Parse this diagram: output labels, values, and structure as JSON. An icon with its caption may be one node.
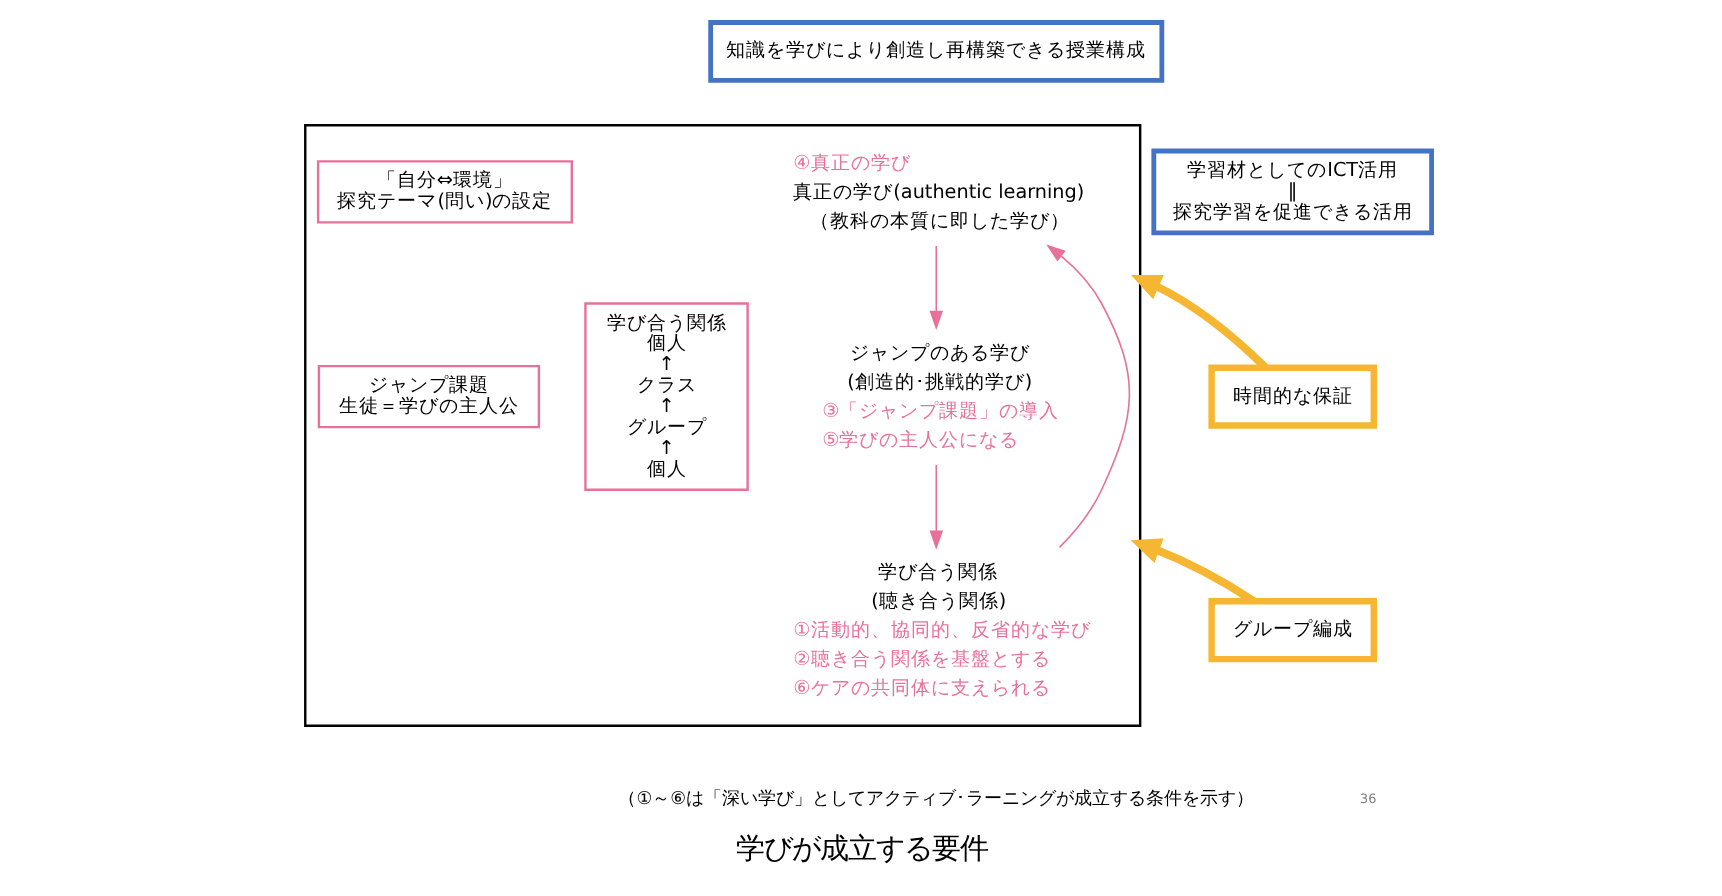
{
  "diagram": {
    "title": "学びが成立する要件",
    "nodes": [
      {
        "text": [
          "知識を学びにより創造し再構築できる授業構成"
        ]
      },
      {
        "text": [],
        "shape": "box"
      },
      {
        "text": [
          "学び合う関係",
          "個人",
          "↑",
          "クラス",
          "↑",
          "グループ",
          "↑",
          "個人"
        ],
        "in": 1
      },
      {
        "text": [
          "真正の学び(authentic learning)",
          "（教科の本質に即した学び）"
        ],
        "in": 1,
        "beside": [
          "④真正の学び"
        ]
      },
      {
        "text": [
          "「自分⇔環境」",
          "探究テーマ(問い)の設定"
        ],
        "in": 1
      },
      {
        "text": [
          "学び合う関係",
          "(聴き合う関係)"
        ],
        "in": 1,
        "beside": [
          "①活動的、協同的、反省的な学び",
          "②聴き合う関係を基盤とする",
          "⑥ケアの共同体に支えられる"
        ]
      },
      {
        "text": [
          "ジャンプ課題",
          "生徒＝学びの主人公"
        ],
        "in": 1
      },
      {
        "text": [
          "ジャンプのある学び",
          "(創造的･挑戦的学び)"
        ],
        "in": 1,
        "beside": [
          "③「ジャンプ課題」の導入",
          "⑤学びの主人公になる"
        ]
      },
      {
        "text": [
          "学習材としてのICT活用",
          "‖",
          "探究学習を促進できる活用"
        ]
      },
      {
        "text": [
          "時間的な保証"
        ]
      },
      {
        "text": [
          "グループ編成"
        ]
      }
    ],
    "edges": [
      {
        "from": 3,
        "to": 7,
        "arrow": "to",
        "color": "#e8719a"
      },
      {
        "from": 7,
        "to": 5,
        "arrow": "to",
        "color": "#e8719a"
      },
      {
        "from": 5,
        "to": 3,
        "arrow": "to",
        "color": "#e8719a"
      },
      {
        "from": 9,
        "to": 1,
        "arrow": "to",
        "style": "thick",
        "color": "#f5b731"
      },
      {
        "from": 10,
        "to": 1,
        "arrow": "to",
        "style": "thick",
        "color": "#f5b731"
      }
    ],
    "labels": [
      "（①～⑥は「深い学び」としてアクティブ･ラーニングが成立する条件を示す）",
      "36"
    ]
  }
}
